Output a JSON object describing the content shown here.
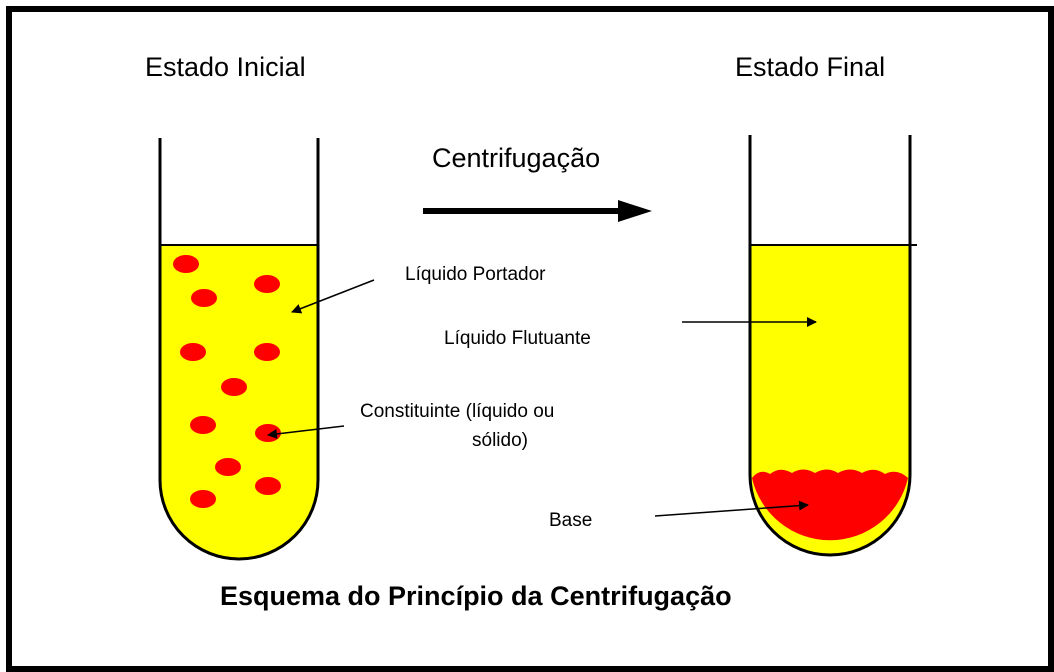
{
  "labels": {
    "initial_state": "Estado Inicial",
    "final_state": "Estado Final",
    "process": "Centrifugação",
    "carrier_liquid": "Líquido Portador",
    "floating_liquid": "Líquido Flutuante",
    "constituent_line1": "Constituinte (líquido ou",
    "constituent_line2": "sólido)",
    "base": "Base",
    "title": "Esquema do Princípio da Centrifugação"
  },
  "colors": {
    "liquid": "#ffff00",
    "particles": "#ff0000",
    "outline": "#000000"
  }
}
